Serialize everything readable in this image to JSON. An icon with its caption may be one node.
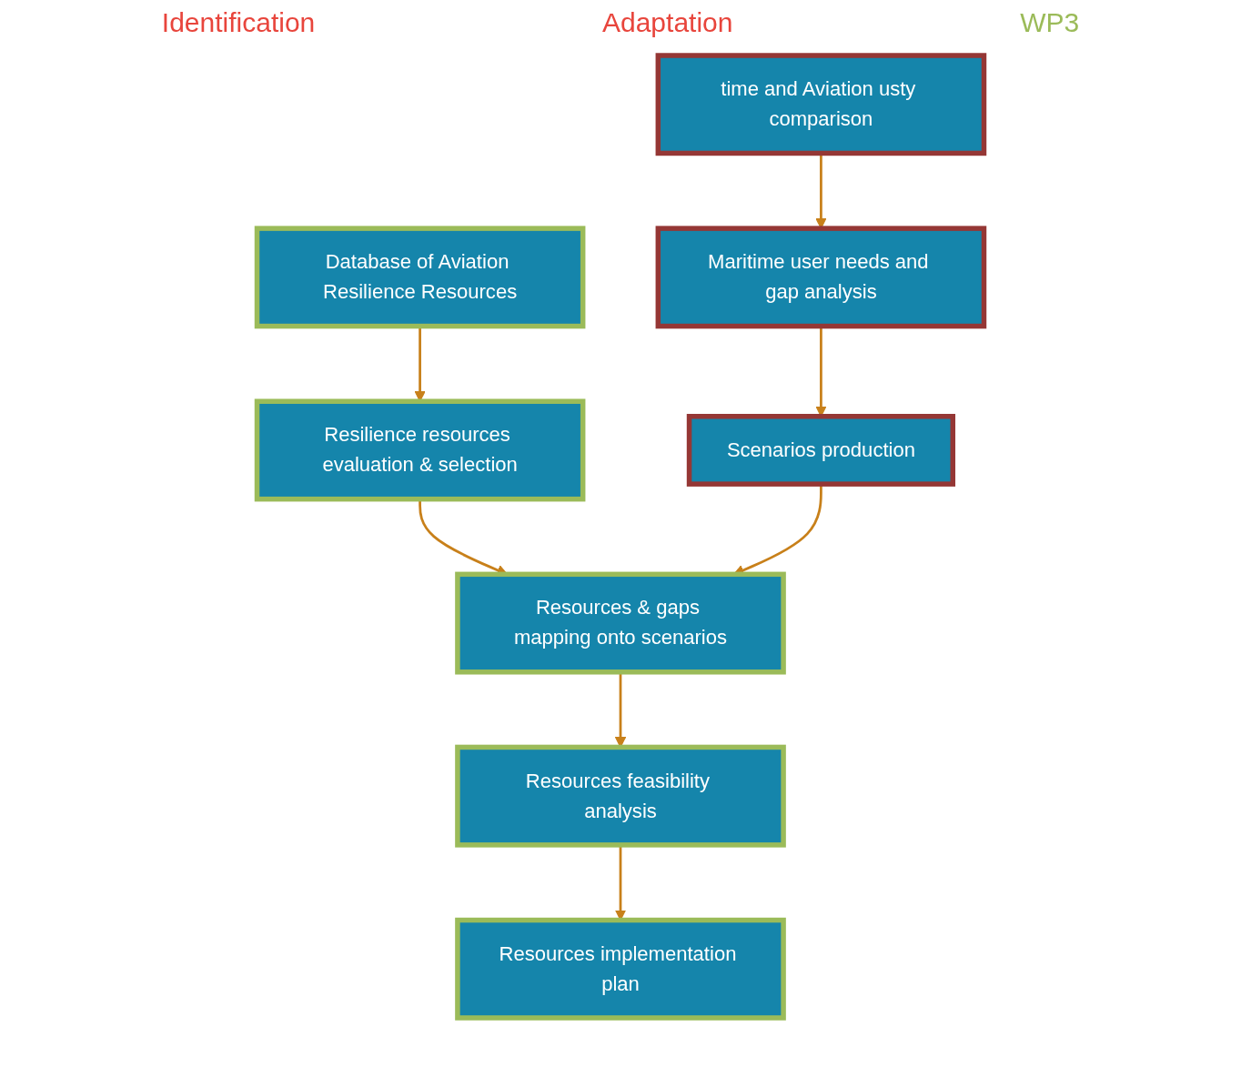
{
  "diagram": {
    "nodes": [
      {
        "text": [
          "time and Aviation usty comparison"
        ]
      },
      {
        "text": [
          "Database of Aviation Resilience Resources"
        ]
      },
      {
        "text": [
          "Maritime user needs and gap analysis"
        ]
      },
      {
        "text": [
          "Scenarios production"
        ]
      },
      {
        "text": [
          "Resilience resources evaluation & selection"
        ]
      },
      {
        "text": [
          "Resources & gaps mapping onto scenarios"
        ]
      },
      {
        "text": [
          "Resources feasibility analysis"
        ]
      },
      {
        "text": [
          "Resources implementation plan"
        ]
      }
    ],
    "edges": [
      {
        "from": 0,
        "to": 2,
        "arrow": "to"
      },
      {
        "from": 1,
        "to": 4,
        "arrow": "to"
      },
      {
        "from": 2,
        "to": 3,
        "arrow": "to"
      },
      {
        "from": 4,
        "to": 5,
        "arrow": "to"
      },
      {
        "from": 3,
        "to": 5,
        "arrow": "to"
      },
      {
        "from": 5,
        "to": 6,
        "arrow": "to"
      },
      {
        "from": 6,
        "to": 7,
        "arrow": "to"
      }
    ],
    "labels": [
      "Identification",
      "Adaptation",
      "WP3"
    ]
  }
}
